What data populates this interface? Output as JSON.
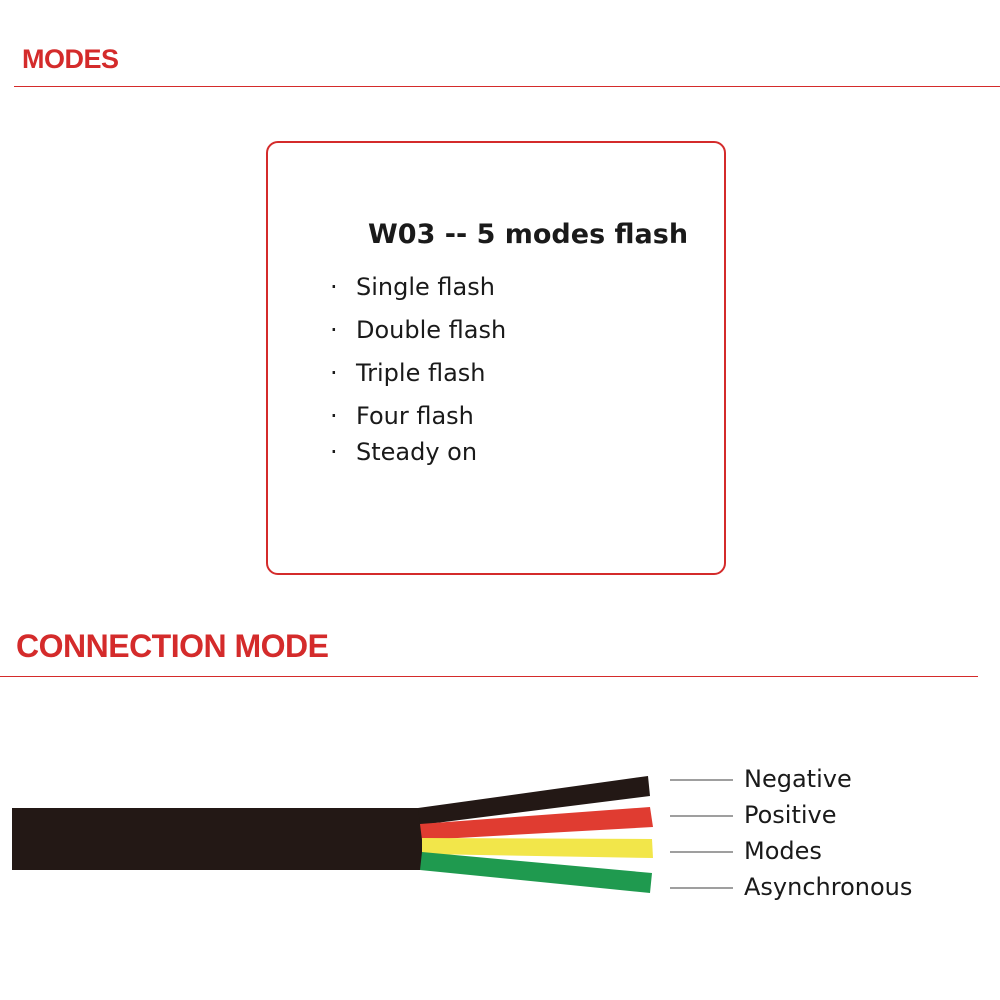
{
  "sections": {
    "modes_title": "MODES",
    "connection_title": "CONNECTION MODE"
  },
  "modes_box": {
    "title": "W03 -- 5 modes flash",
    "bullet": "·",
    "items": [
      "Single flash",
      "Double flash",
      "Triple flash",
      "Four flash",
      "Steady on"
    ]
  },
  "wires": [
    {
      "label": "Negative",
      "color": "#231815"
    },
    {
      "label": "Positive",
      "color": "#e03c31"
    },
    {
      "label": "Modes",
      "color": "#f2e64a"
    },
    {
      "label": "Asynchronous",
      "color": "#1f9a4f"
    }
  ],
  "colors": {
    "accent": "#d42b2b",
    "cable_jacket": "#231815",
    "leader_line": "#666666"
  }
}
